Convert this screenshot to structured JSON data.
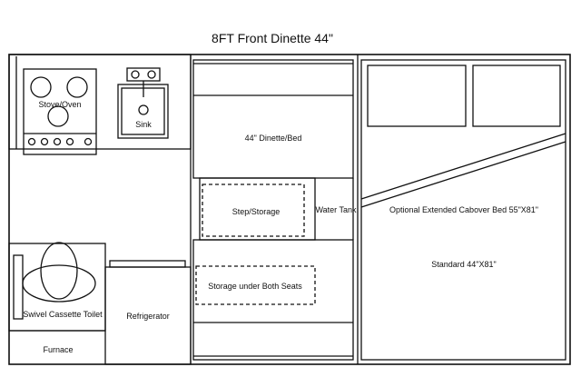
{
  "title": "8FT Front Dinette 44\"",
  "labels": {
    "stove": "Stove/Oven",
    "sink": "Sink",
    "dinette": "44\" Dinette/Bed",
    "step": "Step/Storage",
    "water_tank": "Water Tank",
    "storage_seats": "Storage under Both Seats",
    "toilet": "Swivel Cassette Toilet",
    "refrigerator": "Refrigerator",
    "furnace": "Furnace",
    "cabover_optional": "Optional Extended Cabover Bed 55\"X81\"",
    "cabover_standard": "Standard 44\"X81\""
  },
  "colors": {
    "line": "#111111",
    "background": "#ffffff"
  }
}
